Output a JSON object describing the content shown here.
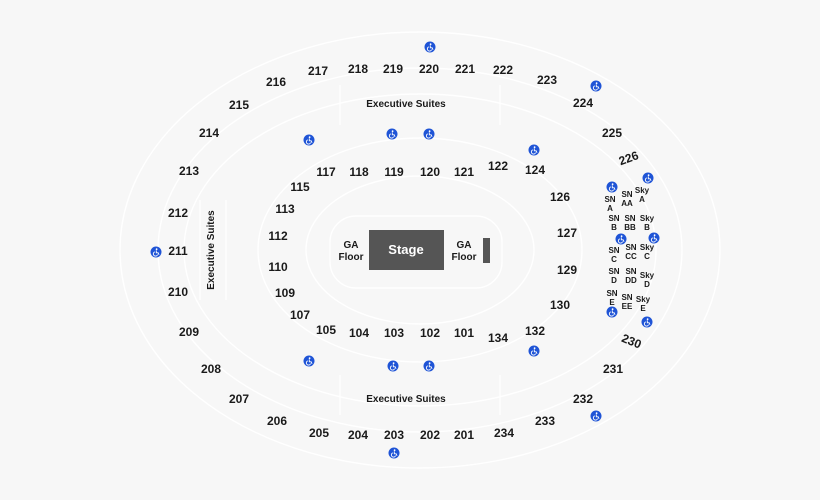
{
  "stage": {
    "label": "Stage"
  },
  "ga_floor": [
    {
      "id": "ga-floor-left",
      "line1": "GA",
      "line2": "Floor"
    },
    {
      "id": "ga-floor-right",
      "line1": "GA",
      "line2": "Floor"
    }
  ],
  "executive_suites": [
    {
      "id": "executive-suites-top",
      "label": "Executive Suites"
    },
    {
      "id": "executive-suites-bottom",
      "label": "Executive Suites"
    },
    {
      "id": "executive-suites-left",
      "label": "Executive Suites"
    }
  ],
  "sections_lower": [
    "101",
    "102",
    "103",
    "104",
    "105",
    "107",
    "109",
    "110",
    "112",
    "113",
    "115",
    "117",
    "118",
    "119",
    "120",
    "121",
    "122",
    "124",
    "126",
    "127",
    "129",
    "130",
    "132",
    "134"
  ],
  "sections_upper": [
    "201",
    "202",
    "203",
    "204",
    "205",
    "206",
    "207",
    "208",
    "209",
    "210",
    "211",
    "212",
    "213",
    "214",
    "215",
    "216",
    "217",
    "218",
    "219",
    "220",
    "221",
    "222",
    "223",
    "224",
    "225",
    "226",
    "230",
    "231",
    "232",
    "233",
    "234"
  ],
  "boxes": [
    {
      "id": "sn-a",
      "line1": "SN",
      "line2": "A"
    },
    {
      "id": "sn-aa",
      "line1": "SN",
      "line2": "AA"
    },
    {
      "id": "sky-a",
      "line1": "Sky",
      "line2": "A"
    },
    {
      "id": "sn-b",
      "line1": "SN",
      "line2": "B"
    },
    {
      "id": "sn-bb",
      "line1": "SN",
      "line2": "BB"
    },
    {
      "id": "sky-b",
      "line1": "Sky",
      "line2": "B"
    },
    {
      "id": "sn-c",
      "line1": "SN",
      "line2": "C"
    },
    {
      "id": "sn-cc",
      "line1": "SN",
      "line2": "CC"
    },
    {
      "id": "sky-c",
      "line1": "Sky",
      "line2": "C"
    },
    {
      "id": "sn-d",
      "line1": "SN",
      "line2": "D"
    },
    {
      "id": "sn-dd",
      "line1": "SN",
      "line2": "DD"
    },
    {
      "id": "sky-d",
      "line1": "Sky",
      "line2": "D"
    },
    {
      "id": "sn-e",
      "line1": "SN",
      "line2": "E"
    },
    {
      "id": "sn-ee",
      "line1": "SN",
      "line2": "EE"
    },
    {
      "id": "sky-e",
      "line1": "Sky",
      "line2": "E"
    }
  ],
  "accessible_icon": "wheelchair-icon",
  "colors": {
    "background": "#f7f7f7",
    "lines": "#ffffff",
    "stage": "#555555",
    "accessible": "#1f54d6",
    "text": "#1a1a1a"
  }
}
